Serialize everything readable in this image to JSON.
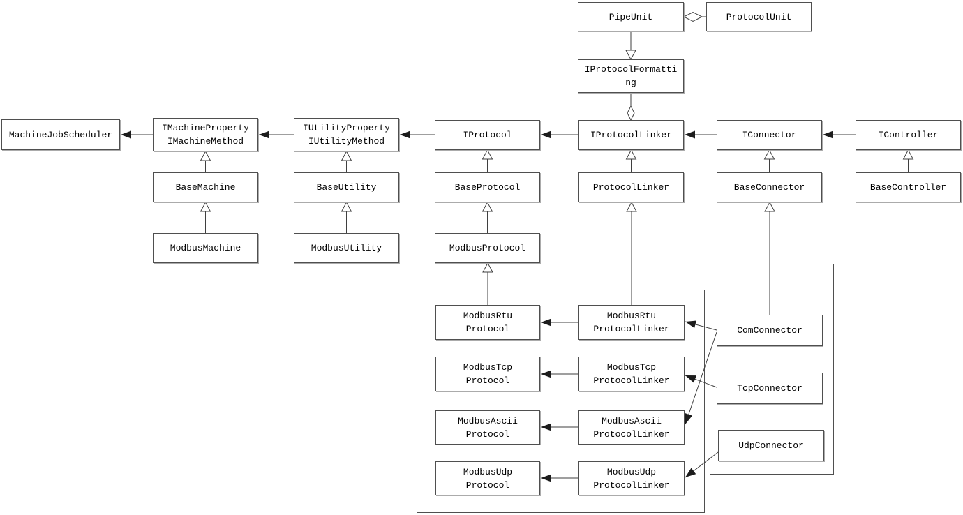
{
  "colors": {
    "background": "#ffffff",
    "box_fill": "#ffffff",
    "box_border": "#4f4f4f",
    "line": "#3f3f3f",
    "text": "#000000"
  },
  "nodes": {
    "pipe_unit": {
      "label": "PipeUnit"
    },
    "protocol_unit": {
      "label": "ProtocolUnit"
    },
    "iprotocol_formatting": {
      "label": "IProtocolFormatti\nng"
    },
    "machine_job_scheduler": {
      "label": "MachineJobScheduler"
    },
    "imachine": {
      "label": "IMachineProperty\nIMachineMethod"
    },
    "iutility": {
      "label": "IUtilityProperty\nIUtilityMethod"
    },
    "iprotocol": {
      "label": "IProtocol"
    },
    "iprotocol_linker": {
      "label": "IProtocolLinker"
    },
    "iconnector": {
      "label": "IConnector"
    },
    "icontroller": {
      "label": "IController"
    },
    "base_machine": {
      "label": "BaseMachine"
    },
    "base_utility": {
      "label": "BaseUtility"
    },
    "base_protocol": {
      "label": "BaseProtocol"
    },
    "protocol_linker": {
      "label": "ProtocolLinker"
    },
    "base_connector": {
      "label": "BaseConnector"
    },
    "base_controller": {
      "label": "BaseController"
    },
    "modbus_machine": {
      "label": "ModbusMachine"
    },
    "modbus_utility": {
      "label": "ModbusUtility"
    },
    "modbus_protocol": {
      "label": "ModbusProtocol"
    },
    "modbus_rtu_protocol": {
      "label": "ModbusRtu\nProtocol"
    },
    "modbus_rtu_protocol_linker": {
      "label": "ModbusRtu\nProtocolLinker"
    },
    "modbus_tcp_protocol": {
      "label": "ModbusTcp\nProtocol"
    },
    "modbus_tcp_protocol_linker": {
      "label": "ModbusTcp\nProtocolLinker"
    },
    "modbus_ascii_protocol": {
      "label": "ModbusAscii\nProtocol"
    },
    "modbus_ascii_protocol_linker": {
      "label": "ModbusAscii\nProtocolLinker"
    },
    "modbus_udp_protocol": {
      "label": "ModbusUdp\nProtocol"
    },
    "modbus_udp_protocol_linker": {
      "label": "ModbusUdp\nProtocolLinker"
    },
    "com_connector": {
      "label": "ComConnector"
    },
    "tcp_connector": {
      "label": "TcpConnector"
    },
    "udp_connector": {
      "label": "UdpConnector"
    }
  },
  "edges": [
    {
      "from": "PipeUnit",
      "to": "ProtocolUnit",
      "type": "aggregation"
    },
    {
      "from": "IProtocolLinker",
      "to": "IProtocolFormatting",
      "type": "aggregation"
    },
    {
      "from": "PipeUnit",
      "to": "IProtocolFormatting",
      "type": "realization"
    },
    {
      "from": "BaseMachine",
      "to": "IMachineProperty IMachineMethod",
      "type": "generalization"
    },
    {
      "from": "ModbusMachine",
      "to": "BaseMachine",
      "type": "generalization"
    },
    {
      "from": "BaseUtility",
      "to": "IUtilityProperty IUtilityMethod",
      "type": "generalization"
    },
    {
      "from": "ModbusUtility",
      "to": "BaseUtility",
      "type": "generalization"
    },
    {
      "from": "BaseProtocol",
      "to": "IProtocol",
      "type": "generalization"
    },
    {
      "from": "ModbusProtocol",
      "to": "BaseProtocol",
      "type": "generalization"
    },
    {
      "from": "ModbusRtuProtocol",
      "to": "ModbusProtocol",
      "type": "generalization"
    },
    {
      "from": "ProtocolLinker",
      "to": "IProtocolLinker",
      "type": "generalization"
    },
    {
      "from": "ModbusRtuProtocolLinker",
      "to": "ProtocolLinker",
      "type": "generalization"
    },
    {
      "from": "BaseConnector",
      "to": "IConnector",
      "type": "generalization"
    },
    {
      "from": "ComConnector",
      "to": "BaseConnector",
      "type": "generalization"
    },
    {
      "from": "BaseController",
      "to": "IController",
      "type": "generalization"
    },
    {
      "from": "IMachineProperty IMachineMethod",
      "to": "MachineJobScheduler",
      "type": "association"
    },
    {
      "from": "IUtilityProperty IUtilityMethod",
      "to": "IMachineProperty IMachineMethod",
      "type": "association"
    },
    {
      "from": "IProtocol",
      "to": "IUtilityProperty IUtilityMethod",
      "type": "association"
    },
    {
      "from": "IProtocolLinker",
      "to": "IProtocol",
      "type": "association"
    },
    {
      "from": "IConnector",
      "to": "IProtocolLinker",
      "type": "association"
    },
    {
      "from": "IController",
      "to": "IConnector",
      "type": "association"
    },
    {
      "from": "ModbusRtuProtocolLinker",
      "to": "ModbusRtuProtocol",
      "type": "association"
    },
    {
      "from": "ModbusTcpProtocolLinker",
      "to": "ModbusTcpProtocol",
      "type": "association"
    },
    {
      "from": "ModbusAsciiProtocolLinker",
      "to": "ModbusAsciiProtocol",
      "type": "association"
    },
    {
      "from": "ModbusUdpProtocolLinker",
      "to": "ModbusUdpProtocol",
      "type": "association"
    },
    {
      "from": "ComConnector",
      "to": "ModbusRtuProtocolLinker",
      "type": "association"
    },
    {
      "from": "ComConnector",
      "to": "ModbusAsciiProtocolLinker",
      "type": "association"
    },
    {
      "from": "TcpConnector",
      "to": "ModbusTcpProtocolLinker",
      "type": "association"
    },
    {
      "from": "UdpConnector",
      "to": "ModbusUdpProtocolLinker",
      "type": "association"
    }
  ]
}
